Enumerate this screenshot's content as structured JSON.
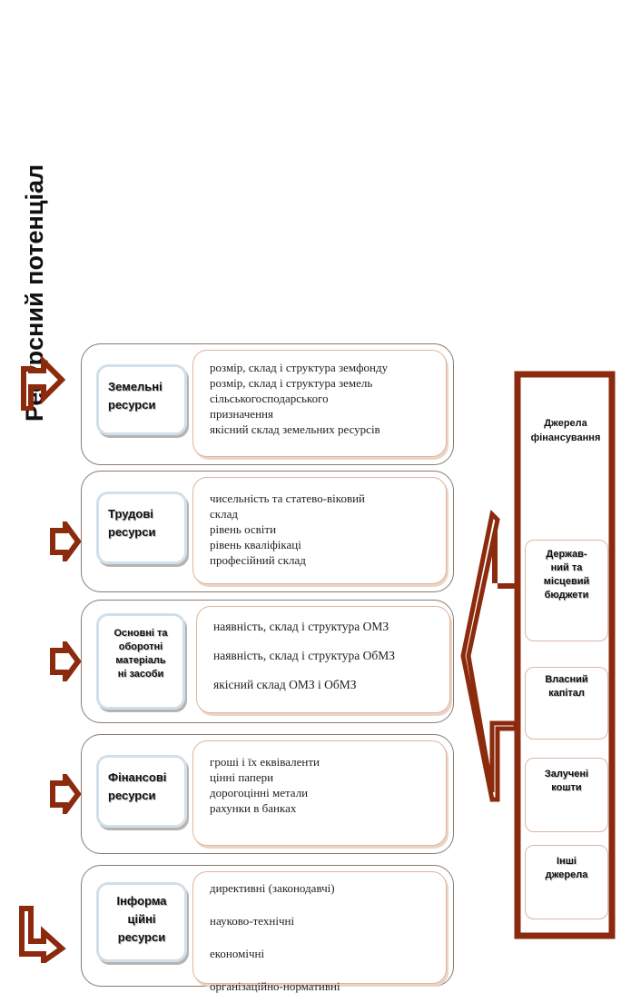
{
  "title": "Ресурсний потенціал",
  "rows": [
    {
      "label": "Земельні\nресурси",
      "items": [
        "розмір, склад і структура земфонду",
        "розмір, склад і структура земель\n   сільськогосподарського\n   призначення",
        "якісний склад земельних ресурсів"
      ]
    },
    {
      "label": "Трудові\nресурси",
      "items": [
        "чисельність та статево-віковий\n   склад",
        "рівень освіти",
        "рівень кваліфікаці",
        "професійний склад"
      ]
    },
    {
      "label": "Основні та\nоборотні\nматеріаль\nні засоби",
      "items": [
        "наявність, склад і структура ОМЗ",
        "наявність, склад і структура ОбМЗ",
        "якісний склад ОМЗ і ОбМЗ"
      ]
    },
    {
      "label": "Фінансові\nресурси",
      "items": [
        "гроші і їх еквіваленти",
        "цінні папери",
        "дорогоцінні метали",
        "рахунки в банках"
      ]
    },
    {
      "label": "Інформа\nційні\nресурси",
      "items": [
        "директивні (законодавчі)",
        "науково-технічні",
        "економічні",
        "організаційно-нормативні"
      ]
    }
  ],
  "financing": {
    "title": "Джерела\nфінансування",
    "sources": [
      "Держав-\nний та\nмісцевий\nбюджети",
      "Власний\nкапітал",
      "Залучені\nкошти",
      "Інші\nджерела"
    ]
  },
  "colors": {
    "arrow": "#8b2a0c",
    "frame": "#8b2a0c"
  }
}
